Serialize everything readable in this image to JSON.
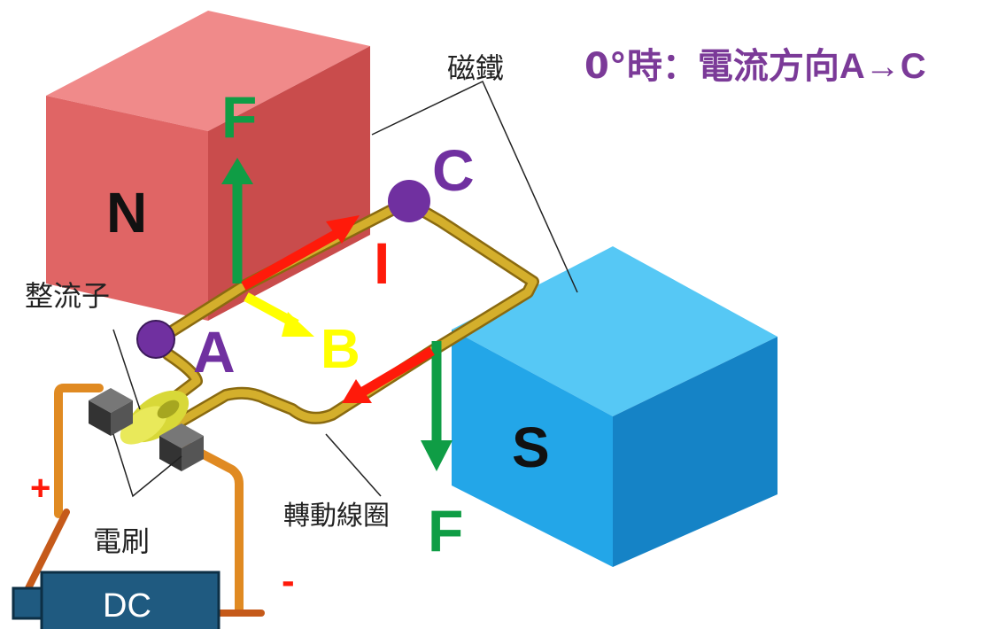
{
  "title": {
    "prefix": "0°時：電流方向",
    "suffix": "A→C"
  },
  "magnet_label": "磁鐵",
  "commutator_label": "整流子",
  "brush_label": "電刷",
  "coil_label": "轉動線圈",
  "pole_north": "N",
  "pole_south": "S",
  "point_a": "A",
  "point_b": "B",
  "point_c": "C",
  "current_label": "I",
  "force_top": "F",
  "force_bottom": "F",
  "plus_sign": "+",
  "minus_sign": "-",
  "battery_label": "DC",
  "colors": {
    "title": "#7b3a98",
    "point": "#7030a0",
    "force": "#0f9d45",
    "current": "#ff1a0a",
    "field_b": "#ffff00",
    "north_front": "#e57373",
    "south_front": "#28a7e8",
    "coil": "#c9a227",
    "wire": "#e08a22",
    "battery": "#1f5a80"
  }
}
